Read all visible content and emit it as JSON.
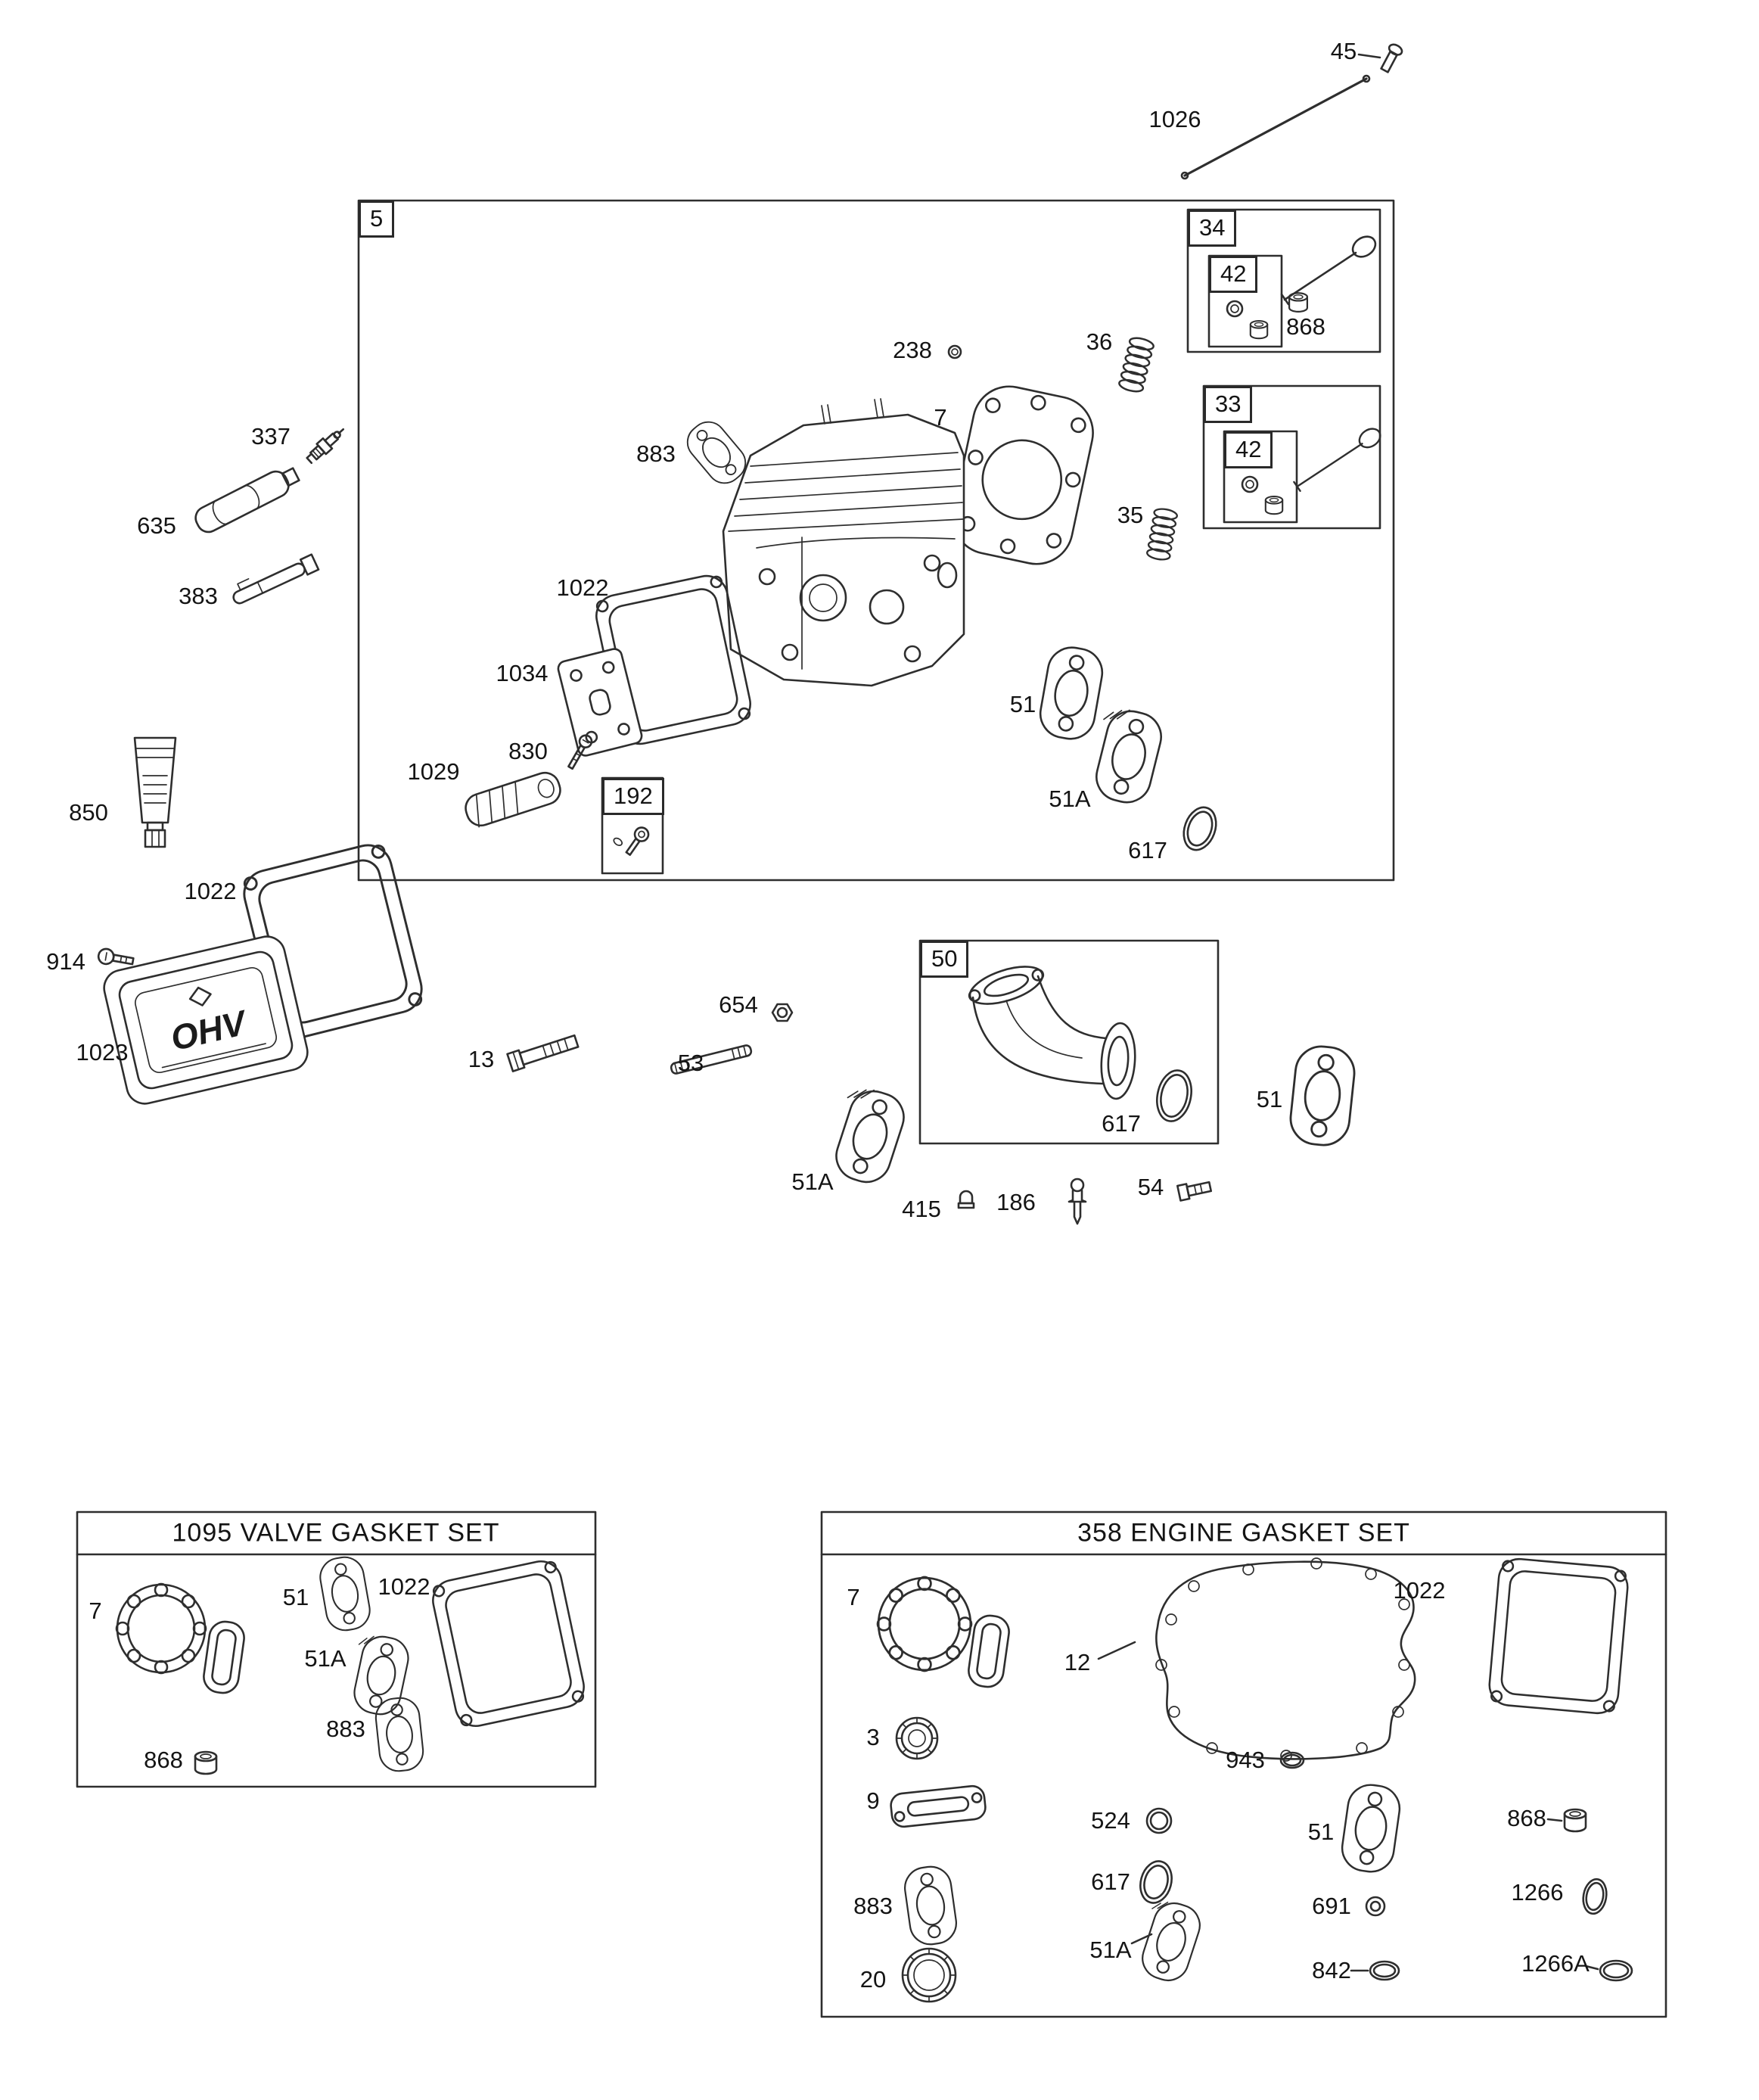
{
  "diagram": {
    "group_boxes": {
      "b5": "5",
      "b34": "34",
      "b33": "33",
      "b42": "42",
      "b50": "50",
      "b192": "192"
    },
    "sets": {
      "valve": "1095 VALVE GASKET SET",
      "engine": "358 ENGINE GASKET SET"
    },
    "callouts": {
      "c3": "3",
      "c7": "7",
      "c9": "9",
      "c12": "12",
      "c13": "13",
      "c20": "20",
      "c35": "35",
      "c36": "36",
      "c45": "45",
      "c51": "51",
      "c51A": "51A",
      "c53": "53",
      "c54": "54",
      "c186": "186",
      "c238": "238",
      "c337": "337",
      "c383": "383",
      "c415": "415",
      "c524": "524",
      "c617": "617",
      "c635": "635",
      "c654": "654",
      "c691": "691",
      "c830": "830",
      "c842": "842",
      "c850": "850",
      "c868": "868",
      "c883": "883",
      "c914": "914",
      "c943": "943",
      "c1022": "1022",
      "c1023": "1023",
      "c1026": "1026",
      "c1029": "1029",
      "c1034": "1034",
      "c1266": "1266",
      "c1266A": "1266A"
    },
    "cover_logo": "OHV"
  }
}
